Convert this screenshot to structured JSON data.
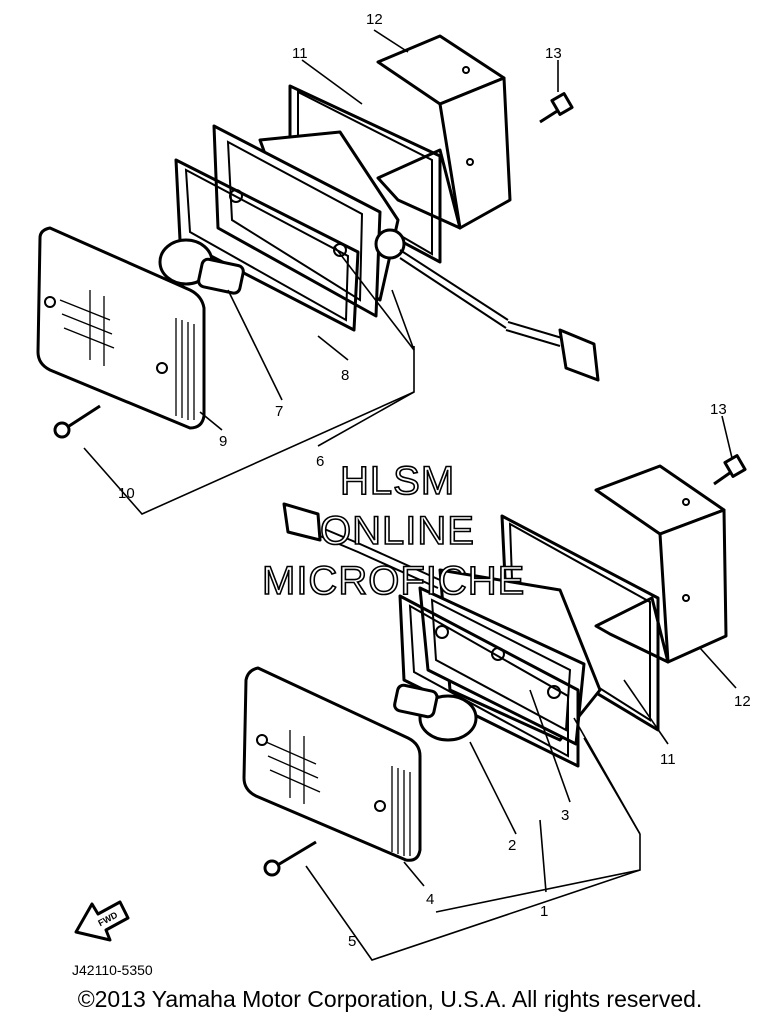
{
  "diagram": {
    "callouts": {
      "top_12": "12",
      "top_13": "13",
      "top_11": "11",
      "top_8": "8",
      "top_7": "7",
      "top_9": "9",
      "top_6": "6",
      "top_10": "10",
      "bot_13": "13",
      "bot_12": "12",
      "bot_11": "11",
      "bot_3": "3",
      "bot_2": "2",
      "bot_1": "1",
      "bot_4": "4",
      "bot_5": "5"
    },
    "watermark": {
      "line1": "HLSM",
      "line2": "ONLINE",
      "line3": "MICROFICHE"
    },
    "drawing_code": "J42110-5350",
    "direction_label": "FWD"
  },
  "footer": {
    "copyright": "©2013 Yamaha Motor Corporation, U.S.A. All rights reserved."
  }
}
